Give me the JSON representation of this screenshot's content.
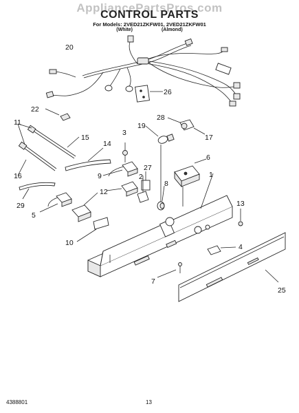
{
  "header": {
    "watermark": "AppliancePartsPros.com",
    "title": "CONTROL PARTS",
    "models": "For Models: 2VED21ZKFW01, 2VED21ZKFW01",
    "variant_white": "(White)",
    "variant_almond": "(Almond)"
  },
  "footer": {
    "part_number": "4388801",
    "page_number": "13"
  },
  "callouts": [
    "1",
    "2",
    "3",
    "4",
    "5",
    "6",
    "7",
    "8",
    "9",
    "10",
    "11",
    "12",
    "13",
    "14",
    "15",
    "16",
    "17",
    "19",
    "20",
    "22",
    "25",
    "26",
    "27",
    "28",
    "29"
  ]
}
